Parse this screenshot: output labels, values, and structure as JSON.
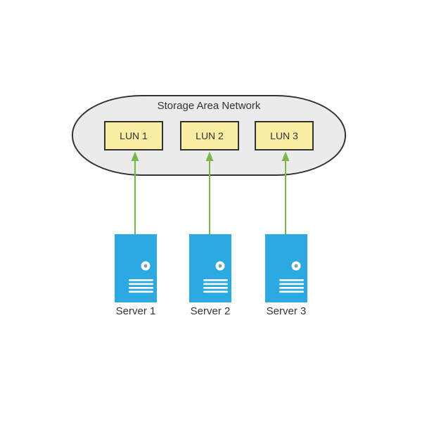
{
  "colors": {
    "san-fill": "#ebebeb",
    "san-border": "#333333",
    "lun-fill": "#f8eda3",
    "lun-border": "#333333",
    "server-blue": "#2ba9e0",
    "server-dot": "#78a6bf",
    "arrow-green": "#7ab648",
    "text": "#333333"
  },
  "san": {
    "title": "Storage Area Network",
    "luns": [
      {
        "label": "LUN 1"
      },
      {
        "label": "LUN 2"
      },
      {
        "label": "LUN 3"
      }
    ]
  },
  "servers": [
    {
      "label": "Server 1"
    },
    {
      "label": "Server 2"
    },
    {
      "label": "Server 3"
    }
  ],
  "connections": [
    {
      "from": "Server 1",
      "to": "LUN 1",
      "direction": "up"
    },
    {
      "from": "Server 2",
      "to": "LUN 2",
      "direction": "up"
    },
    {
      "from": "Server 3",
      "to": "LUN 3",
      "direction": "up"
    }
  ]
}
